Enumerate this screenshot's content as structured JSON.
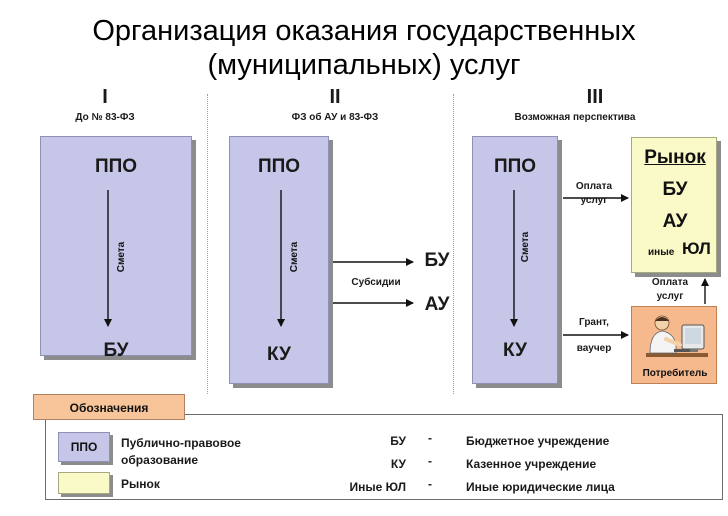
{
  "title": {
    "line1": "Организация оказания государственных",
    "line2": "(муниципальных) услуг"
  },
  "columns": [
    {
      "numeral": "I",
      "subtitle": "До № 83-ФЗ",
      "top": "ППО",
      "arrow_label": "Смета",
      "bottom": "БУ"
    },
    {
      "numeral": "II",
      "subtitle": "ФЗ об АУ и 83-ФЗ",
      "top": "ППО",
      "arrow_label": "Смета",
      "bottom": "КУ",
      "flow_label": "Субсидии",
      "targets": [
        "БУ",
        "АУ"
      ]
    },
    {
      "numeral": "III",
      "subtitle": "Возможная перспектива",
      "top": "ППО",
      "arrow_label": "Смета",
      "bottom": "КУ",
      "pay_label_1": "Оплата",
      "pay_label_2": "услуг",
      "grant_label_1": "Грант,",
      "grant_label_2": "ваучер",
      "consumer_pay_1": "Оплата",
      "consumer_pay_2": "услуг",
      "market": {
        "title": "Рынок",
        "line1": "БУ",
        "line2": "АУ",
        "other_prefix": "иные",
        "other": "ЮЛ"
      },
      "consumer": "Потребитель"
    }
  ],
  "legend": {
    "tab": "Обозначения",
    "ppo_swatch": "ППО",
    "ppo_text_1": "Публично-правовое",
    "ppo_text_2": "образование",
    "market_text": "Рынок",
    "rows": [
      {
        "abbr": "БУ",
        "dash": "-",
        "desc": "Бюджетное учреждение"
      },
      {
        "abbr": "КУ",
        "dash": "-",
        "desc": "Казенное учреждение"
      },
      {
        "abbr": "Иные ЮЛ",
        "dash": "-",
        "desc": "Иные юридические лица"
      }
    ]
  },
  "colors": {
    "ppo_box": "#c6c6e8",
    "market_box": "#fafac8",
    "consumer_box": "#f6b98e",
    "legend_tab": "#f8c49a"
  },
  "icons": {
    "consumer": "person-at-computer-icon"
  }
}
